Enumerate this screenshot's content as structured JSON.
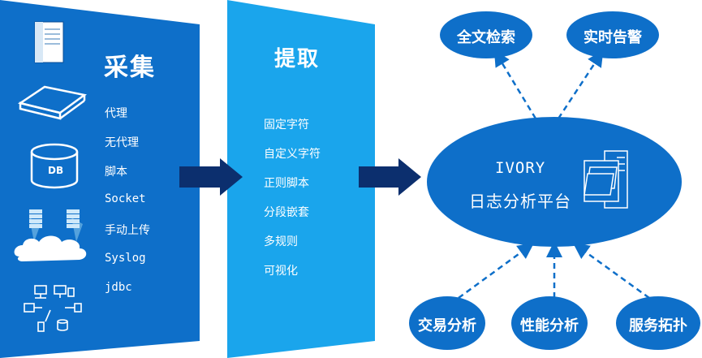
{
  "colors": {
    "primary_blue": "#0e6fc9",
    "light_blue": "#1aa5ec",
    "arrow_navy": "#0c2f6e",
    "white": "#ffffff"
  },
  "collect": {
    "title": "采集",
    "items": [
      "代理",
      "无代理",
      "脚本",
      "Socket",
      "手动上传",
      "Syslog",
      "jdbc"
    ],
    "db_icon_label": "DB"
  },
  "extract": {
    "title": "提取",
    "items": [
      "固定字符",
      "自定义字符",
      "正则脚本",
      "分段嵌套",
      "多规则",
      "可视化"
    ]
  },
  "platform": {
    "name": "IVORY",
    "subtitle": "日志分析平台"
  },
  "outputs": {
    "top": [
      "全文检索",
      "实时告警"
    ],
    "bottom": [
      "交易分析",
      "性能分析",
      "服务拓扑"
    ]
  },
  "icons": [
    "server-icon",
    "rack-server-icon",
    "database-icon",
    "cloud-servers-icon",
    "network-devices-icon",
    "document-stack-icon",
    "arrow-right-icon"
  ]
}
